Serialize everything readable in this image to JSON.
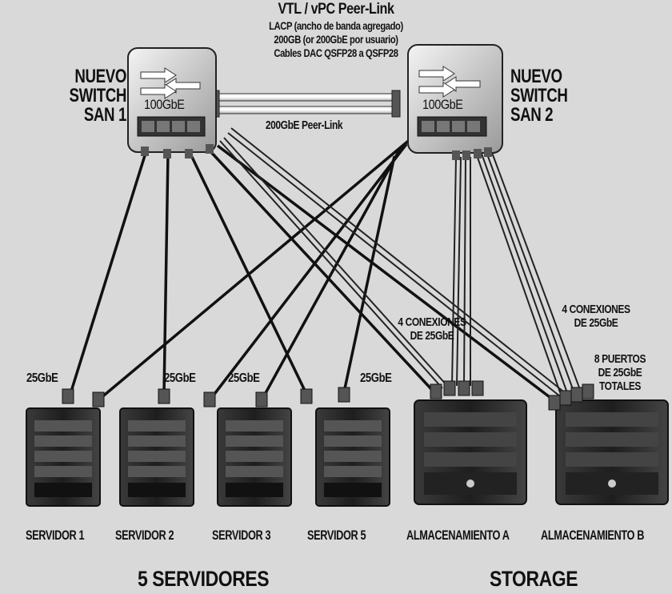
{
  "header": {
    "title": "VTL / vPC Peer-Link",
    "line1": "LACP (ancho de banda agregado)",
    "line2": "200GB (or 200GbE por usuario)",
    "line3": "Cables DAC QSFP28 a QSFP28"
  },
  "peer_link_label": "200GbE Peer-Link",
  "switches": [
    {
      "line1": "NUEVO",
      "line2": "SWITCH",
      "line3": "SAN 1",
      "speed": "100GbE"
    },
    {
      "line1": "NUEVO",
      "line2": "SWITCH",
      "line3": "SAN 2",
      "speed": "100GbE"
    }
  ],
  "link_speed_labels": [
    "25GbE",
    "25GbE",
    "25GbE",
    "25GbE"
  ],
  "servers": [
    "SERVIDOR 1",
    "SERVIDOR 2",
    "SERVIDOR 3",
    "SERVIDOR 5"
  ],
  "storage": [
    "ALMACENAMIENTO A",
    "ALMACENAMIENTO B"
  ],
  "notes": {
    "storage_a_conn_1": "4 CONEXIONES",
    "storage_a_conn_2": "DE 25GbE",
    "storage_b_conn_1": "4 CONEXIONES",
    "storage_b_conn_2": "DE 25GbE",
    "ports_1": "8 PUERTOS",
    "ports_2": "DE 25GbE",
    "ports_3": "TOTALES"
  },
  "groups": {
    "servers": "5 SERVIDORES",
    "storage": "STORAGE"
  }
}
